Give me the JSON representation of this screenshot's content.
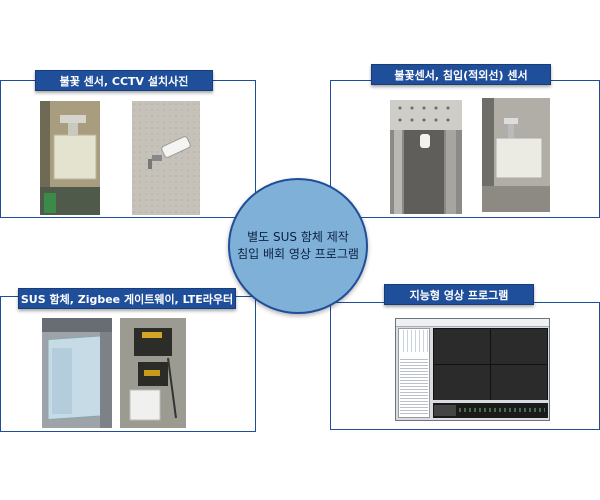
{
  "panels": {
    "top_left": {
      "title": "불꽃 센서, CCTV 설치사진"
    },
    "top_right": {
      "title": "불꽃센서, 침입(적외선) 센서"
    },
    "bottom_left": {
      "title": "SUS 함체, Zigbee 게이트웨이, LTE라우터"
    },
    "bottom_right": {
      "title": "지능형 영상 프로그램"
    }
  },
  "center": {
    "line1": "별도 SUS 함체 제작",
    "line2": "침입 배회 영상 프로그램"
  },
  "colors": {
    "accent": "#1f4e9a",
    "circle": "#7fb1d8"
  }
}
